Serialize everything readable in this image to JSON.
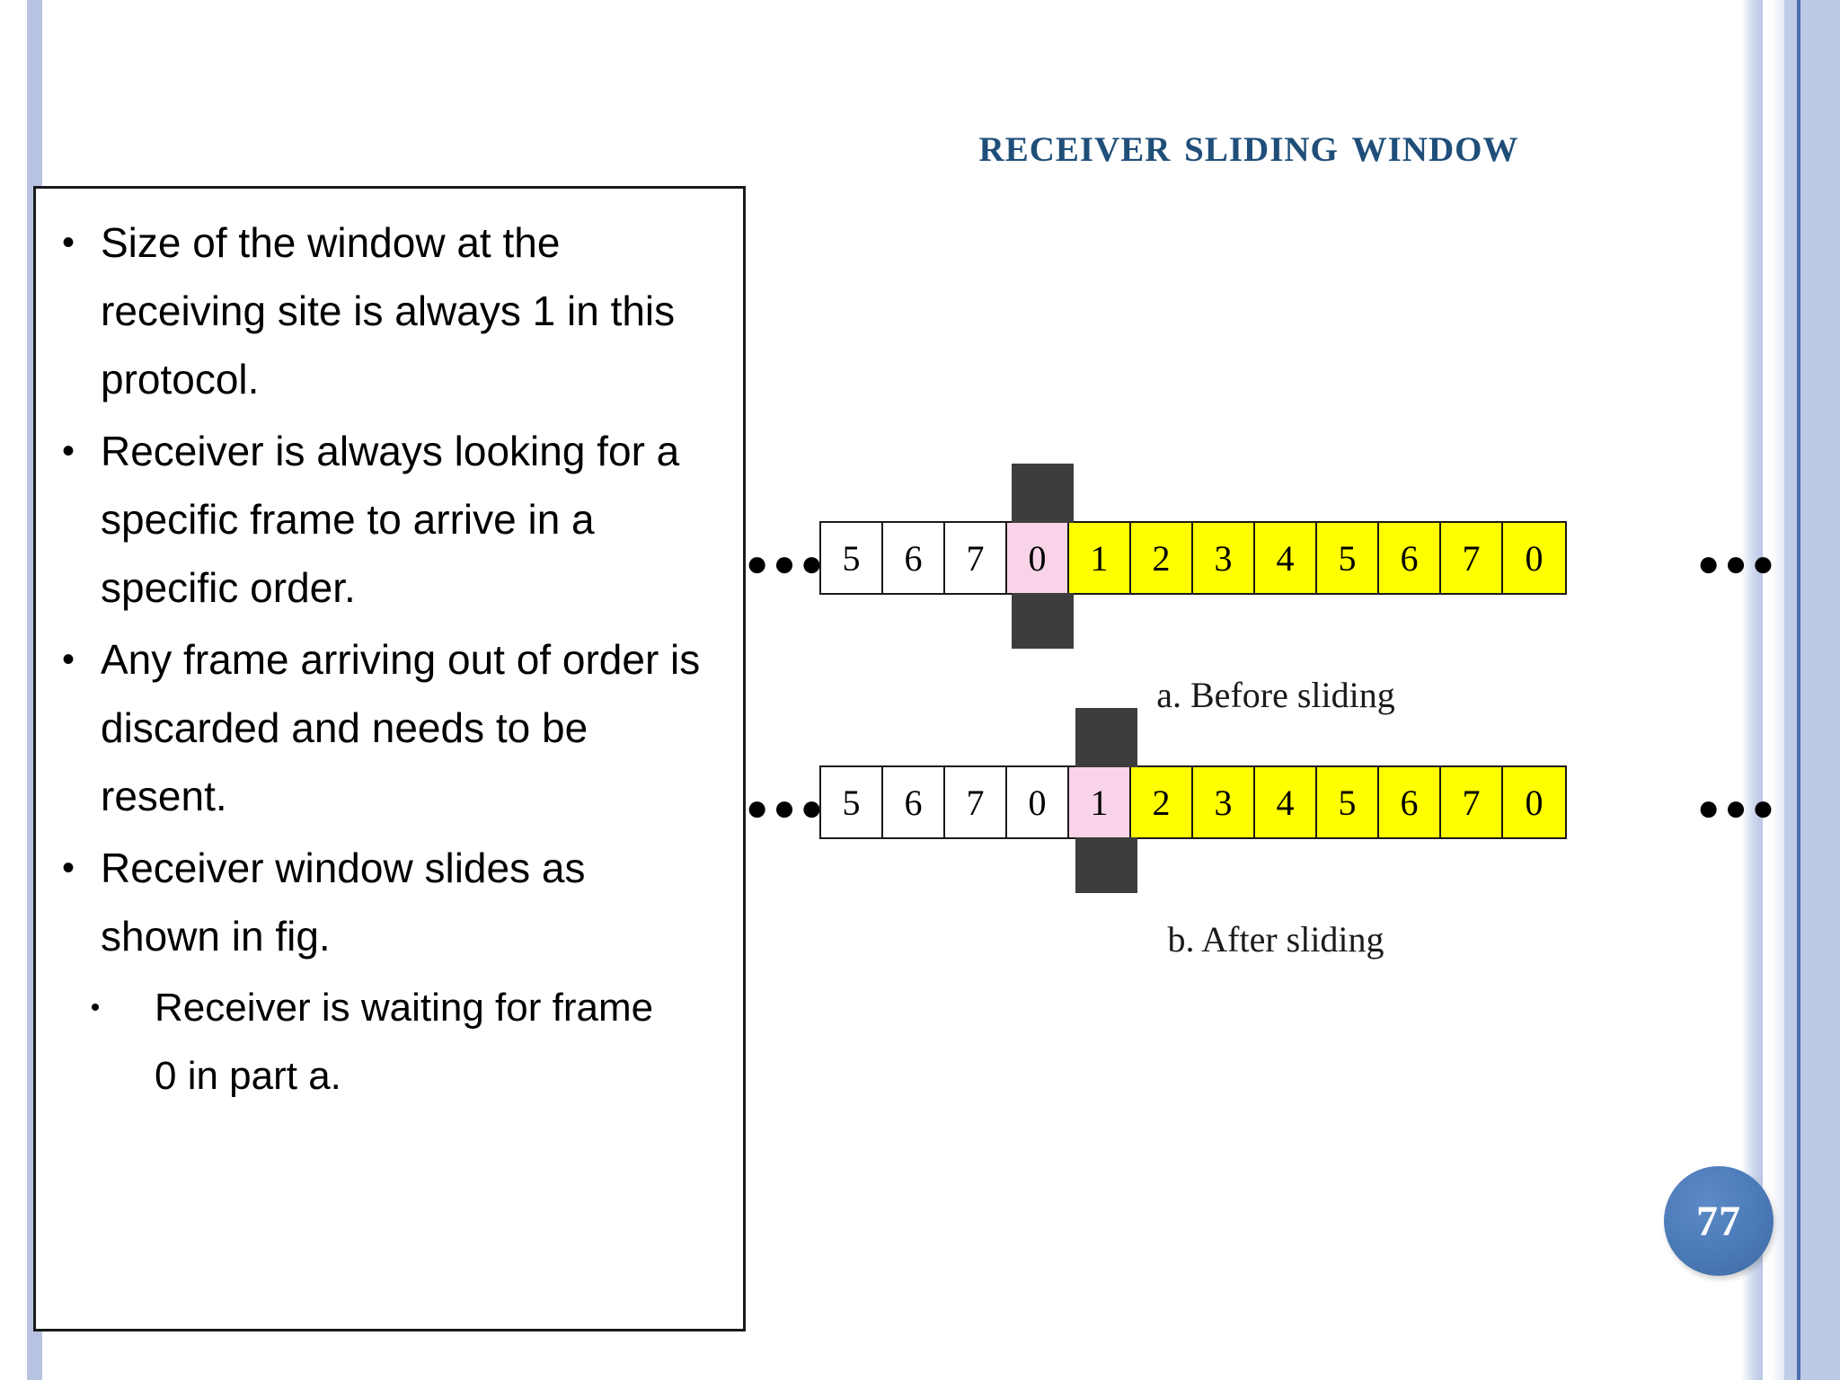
{
  "slide": {
    "title": "Receiver Sliding Window",
    "page_number": "77",
    "accent_color": "#1f4e79",
    "badge_color": "#4a7ab8",
    "stripe_color": "#b7c3e0"
  },
  "bullets": [
    {
      "marker": "•",
      "text": "Size of the window at the receiving site is always 1 in this protocol.",
      "level": 1
    },
    {
      "marker": "•",
      "text": "Receiver is always looking for a specific frame to arrive in a specific order.",
      "level": 1
    },
    {
      "marker": "•",
      "text": "Any frame arriving out of order is discarded and needs to be resent.",
      "level": 1
    },
    {
      "marker": "•",
      "text": "Receiver window slides as shown in fig.",
      "level": 1
    },
    {
      "marker": "•",
      "text": "Receiver is waiting for frame 0 in part a.",
      "level": 2
    }
  ],
  "figure": {
    "ellipsis_left": "●●●",
    "ellipsis_right": "●●●",
    "rows": [
      {
        "id": "before",
        "caption": "a. Before sliding",
        "marker_index": 3,
        "cells": [
          {
            "value": "5",
            "state": "white"
          },
          {
            "value": "6",
            "state": "white"
          },
          {
            "value": "7",
            "state": "white"
          },
          {
            "value": "0",
            "state": "pink"
          },
          {
            "value": "1",
            "state": "yellow"
          },
          {
            "value": "2",
            "state": "yellow"
          },
          {
            "value": "3",
            "state": "yellow"
          },
          {
            "value": "4",
            "state": "yellow"
          },
          {
            "value": "5",
            "state": "yellow"
          },
          {
            "value": "6",
            "state": "yellow"
          },
          {
            "value": "7",
            "state": "yellow"
          },
          {
            "value": "0",
            "state": "yellow"
          }
        ]
      },
      {
        "id": "after",
        "caption": "b. After sliding",
        "marker_index": 4,
        "cells": [
          {
            "value": "5",
            "state": "white"
          },
          {
            "value": "6",
            "state": "white"
          },
          {
            "value": "7",
            "state": "white"
          },
          {
            "value": "0",
            "state": "white"
          },
          {
            "value": "1",
            "state": "pink"
          },
          {
            "value": "2",
            "state": "yellow"
          },
          {
            "value": "3",
            "state": "yellow"
          },
          {
            "value": "4",
            "state": "yellow"
          },
          {
            "value": "5",
            "state": "yellow"
          },
          {
            "value": "6",
            "state": "yellow"
          },
          {
            "value": "7",
            "state": "yellow"
          },
          {
            "value": "0",
            "state": "yellow"
          }
        ]
      }
    ],
    "colors": {
      "pink": "#f9d3e7",
      "yellow": "#ffff00",
      "marker": "#3d3d3d",
      "border": "#1a1a1a"
    }
  }
}
